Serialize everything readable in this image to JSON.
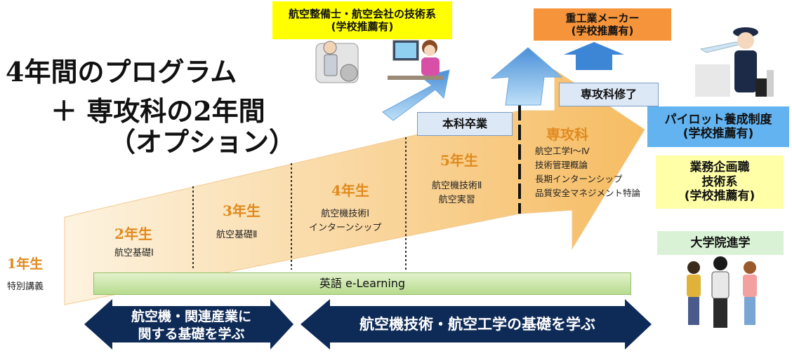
{
  "title": {
    "line1": "4年間のプログラム",
    "line2": "＋ 専攻科の2年間",
    "line3": "（オプション）"
  },
  "careers": {
    "maintenance": {
      "line1": "航空整備士・航空会社の技術系",
      "line2": "(学校推薦有)",
      "color": "#ffff00"
    },
    "heavy_industry": {
      "line1": "重工業メーカー",
      "line2": "(学校推薦有)",
      "color": "#f5943a"
    },
    "pilot": {
      "line1": "パイロット養成制度",
      "line2": "(学校推薦有)",
      "color": "#62b3f0"
    },
    "planning": {
      "line1": "業務企画職",
      "line2": "技術系",
      "line3": "(学校推薦有)",
      "color": "#ffffa8"
    },
    "grad_school": {
      "label": "大学院進学",
      "color": "#d9f2d5"
    }
  },
  "milestones": {
    "graduation": "本科卒業",
    "advanced_completion": "専攻科修了"
  },
  "years": [
    {
      "label": "1年生",
      "courses": [
        "特別講義"
      ]
    },
    {
      "label": "2年生",
      "courses": [
        "航空基礎Ⅰ"
      ]
    },
    {
      "label": "3年生",
      "courses": [
        "航空基礎Ⅱ"
      ]
    },
    {
      "label": "4年生",
      "courses": [
        "航空機技術Ⅰ",
        "インターンシップ"
      ]
    },
    {
      "label": "5年生",
      "courses": [
        "航空機技術Ⅱ",
        "航空実習"
      ]
    }
  ],
  "advanced": {
    "label": "専攻科",
    "courses": [
      "航空工学Ⅰ～Ⅳ",
      "技術管理概論",
      "長期インターンシップ",
      "品質安全マネジメント特論"
    ]
  },
  "english_bar": "英語 e-Learning",
  "bottom_arrows": {
    "left": {
      "line1": "航空機・関連産業に",
      "line2": "関する基礎を学ぶ"
    },
    "right": "航空機技術・航空工学の基礎を学ぶ"
  },
  "colors": {
    "arrow_navy": "#0e2a56",
    "main_arrow_light": "#fdf3e0",
    "main_arrow_dark": "#f6bc62",
    "year_orange": "#e08a1e",
    "up_arrow_blue": "#4a90d9",
    "english_bar": "#c5e3a0"
  }
}
